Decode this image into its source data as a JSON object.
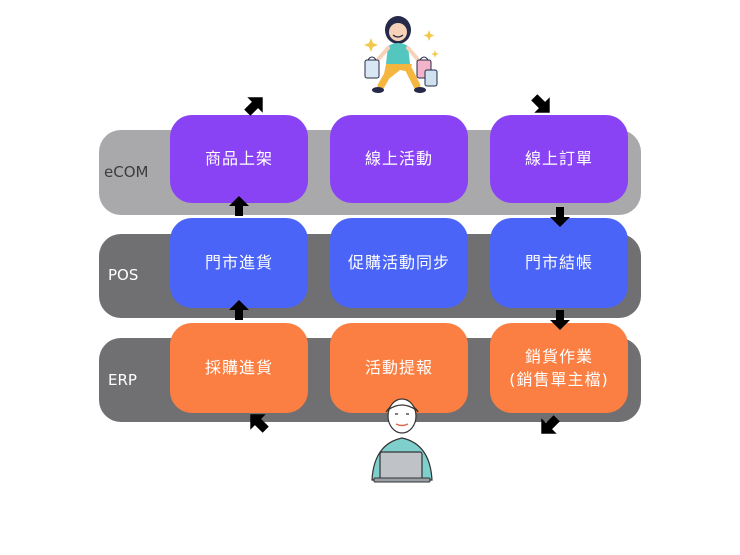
{
  "colors": {
    "ecom_layer": "#a9a9ab",
    "pos_layer": "#707072",
    "erp_layer": "#707072",
    "ecom_box": "#8a43f4",
    "pos_box": "#4a64f7",
    "erp_box": "#fb7f42",
    "label_dark": "#3d3d3f",
    "label_light": "#ffffff"
  },
  "layers": {
    "ecom": {
      "label": "eCOM"
    },
    "pos": {
      "label": "POS"
    },
    "erp": {
      "label": "ERP"
    }
  },
  "boxes": {
    "ecom": [
      "商品上架",
      "線上活動",
      "線上訂單"
    ],
    "pos": [
      "門市進貨",
      "促購活動同步",
      "門市結帳"
    ],
    "erp": [
      "採購進貨",
      "活動提報",
      "銷貨作業\n(銷售單主檔)"
    ]
  },
  "icons": {
    "shopper": "shopper-illustration",
    "worker": "laptop-worker-illustration",
    "arrow": "black-arrow-icon"
  }
}
